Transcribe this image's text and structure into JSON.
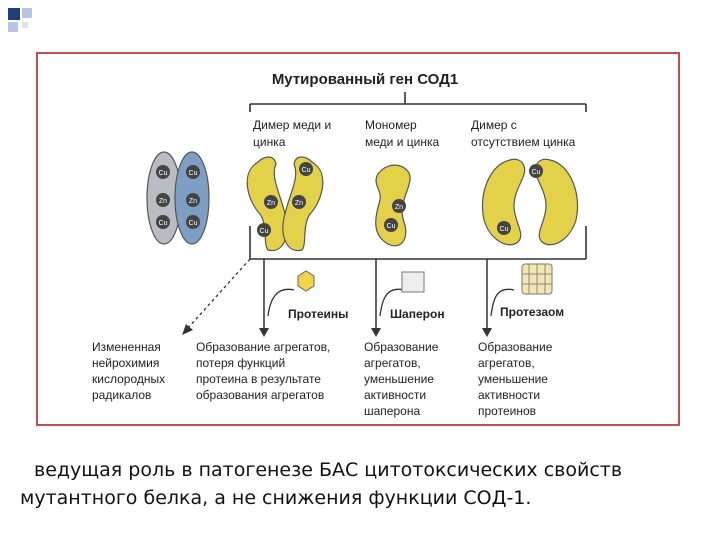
{
  "diagram": {
    "title": "Мутированный ген СОД1",
    "columns": [
      {
        "label_line1": "Димер меди и",
        "label_line2": "цинка"
      },
      {
        "label_line1": "Мономер",
        "label_line2": "меди и цинка"
      },
      {
        "label_line1": "Димер с",
        "label_line2": "отсутствием цинка"
      }
    ],
    "ion_labels": {
      "copper": "Cu",
      "zinc": "Zn"
    },
    "agents": [
      "Протеины",
      "Шаперон",
      "Протезаом"
    ],
    "outcomes": [
      [
        "Измененная",
        "нейрохимия",
        "кислородных",
        "радикалов"
      ],
      [
        "Образование агрегатов,",
        "потеря функций",
        "протеина в результате",
        "образования агрегатов"
      ],
      [
        "Образование",
        "агрегатов,",
        "уменьшение",
        "активности",
        "шаперона"
      ],
      [
        "Образование",
        "агрегатов,",
        "уменьшение",
        "активности",
        "протеинов"
      ]
    ],
    "colors": {
      "frame": "#c0504d",
      "mutant": "#e3d14a",
      "normal_grey": "#b9bcc2",
      "normal_blue": "#7f9ec4"
    }
  },
  "caption": {
    "line1": "ведущая роль в патогенезе БАС цитотоксических свойств",
    "line2": "мутантного белка, а не снижения функции СОД-1."
  }
}
